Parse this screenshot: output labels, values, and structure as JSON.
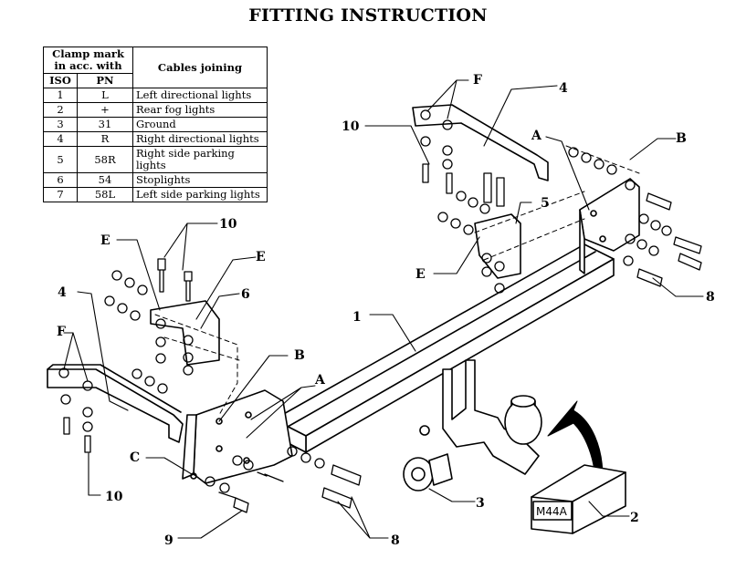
{
  "title": "FITTING INSTRUCTION",
  "legend": {
    "header_clamp": "Clamp mark\nin acc. with",
    "header_iso": "ISO",
    "header_pn": "PN",
    "header_cables": "Cables joining",
    "rows": [
      {
        "iso": "1",
        "pn": "L",
        "desc": "Left directional lights"
      },
      {
        "iso": "2",
        "pn": "+",
        "desc": "Rear fog lights"
      },
      {
        "iso": "3",
        "pn": "31",
        "desc": "Ground"
      },
      {
        "iso": "4",
        "pn": "R",
        "desc": "Right directional lights"
      },
      {
        "iso": "5",
        "pn": "58R",
        "desc": "Right side parking lights"
      },
      {
        "iso": "6",
        "pn": "54",
        "desc": "Stoplights"
      },
      {
        "iso": "7",
        "pn": "58L",
        "desc": "Left side parking lights"
      }
    ]
  },
  "callouts": {
    "c1": "1",
    "c2": "2",
    "c3": "3",
    "c4a": "4",
    "c4b": "4",
    "c5": "5",
    "c6": "6",
    "c8a": "8",
    "c8b": "8",
    "c9": "9",
    "c10a": "10",
    "c10b": "10",
    "c10c": "10",
    "ca1": "A",
    "ca2": "A",
    "cb1": "B",
    "cb2": "B",
    "cc": "C",
    "ce1": "E",
    "ce2": "E",
    "ce3": "E",
    "cf1": "F",
    "cf2": "F"
  },
  "model_plate": "M44A"
}
